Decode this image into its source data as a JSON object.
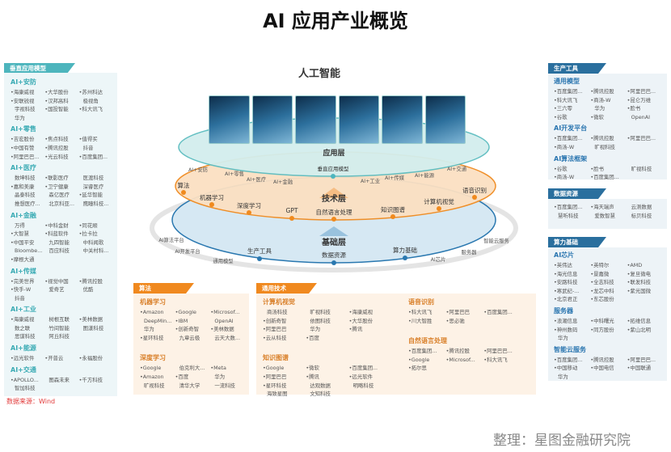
{
  "title": "AI 应用产业概览",
  "left_panel": {
    "title": "垂直应用模型",
    "sections": [
      {
        "title": "AI+安防",
        "items": [
          "•海康威视",
          "•大华股份",
          "•苏州科达",
          "•安联锐视",
          "•汉邦高科",
          "极视角",
          "宇视科技",
          "•国投智能",
          "•科大讯飞",
          "华为"
        ]
      },
      {
        "title": "AI+零售",
        "items": [
          "•吉宏股份",
          "•焦点科技",
          "•值得买",
          "•中国有赞",
          "•腾讯控股",
          "抖音",
          "•阿里巴巴...",
          "•光云科技",
          "•百度集团..."
        ]
      },
      {
        "title": "AI+医疗",
        "items": [
          "数坤科技",
          "•联影医疗",
          "医渡科技",
          "•嘉和美康",
          "•卫宁健康",
          "深睿医疗",
          "晶泰科技",
          "森亿医疗",
          "•延华智能",
          "推想医疗...",
          "北京科亚...",
          "鹰瞳科技..."
        ]
      },
      {
        "title": "AI+金融",
        "items": [
          "万得",
          "•中科金财",
          "•同花顺",
          "•大智慧",
          "•科蓝软件",
          "•拉卡拉",
          "•中国平安",
          "九四智能",
          "中科闻歌",
          "Bloombe...",
          "百应科技",
          "中关村科...",
          "•摩根大通"
        ]
      },
      {
        "title": "AI+传媒",
        "items": [
          "•完美世界",
          "•视觉中国",
          "•腾讯控股",
          "•快手-W",
          "爱奇艺",
          "优酷",
          "抖音"
        ]
      },
      {
        "title": "AI+工业",
        "items": [
          "•海康威视",
          "树根互联",
          "•美林数据",
          "数之联",
          "竹间智能",
          "图漾科技",
          "思谋科技",
          "阿丘科技"
        ]
      },
      {
        "title": "AI+能源",
        "items": [
          "•远光软件",
          "•开普云",
          "•永福股份"
        ]
      },
      {
        "title": "AI+交通",
        "items": [
          "•APOLLO...",
          "图森未来",
          "•千方科技",
          "智加科技"
        ]
      }
    ]
  },
  "right_top": {
    "title": "生产工具",
    "sections": [
      {
        "title": "通用模型",
        "items": [
          "•百度集团...",
          "•腾讯控股",
          "•阿里巴巴...",
          "•科大讯飞",
          "•商汤-W",
          "•昆仑万维",
          "•三六零",
          "华为",
          "•脸书",
          "•谷歌",
          "•微软",
          "OpenAI"
        ]
      },
      {
        "title": "AI开发平台",
        "items": [
          "•百度集团...",
          "•腾讯控股",
          "•阿里巴巴...",
          "•商汤-W",
          "旷视科技"
        ]
      },
      {
        "title": "AI算法框架",
        "items": [
          "•谷歌",
          "•脸书",
          "旷视科技",
          "•商汤-W",
          "•百度集团..."
        ]
      }
    ]
  },
  "right_mid": {
    "title": "数据资源",
    "sections": [
      {
        "title": "",
        "items": [
          "•百度集团...",
          "•海天瑞声",
          "云测数据",
          "慧听科技",
          "爱数智慧",
          "标贝科技"
        ]
      }
    ]
  },
  "right_bottom": {
    "title": "算力基础",
    "sections": [
      {
        "title": "AI芯片",
        "items": [
          "•英伟达",
          "•英特尔",
          "•AMD",
          "•海光信息",
          "•景嘉微",
          "•复旦微电",
          "•安路科技",
          "•全志科技",
          "•联发科技",
          "•寒武纪-...",
          "•龙芯中科",
          "•紫光国微",
          "•北京君正",
          "•东芯股份"
        ]
      },
      {
        "title": "服务器",
        "items": [
          "•浪潮信息",
          "•中科曙光",
          "•拓维信息",
          "•神州数码",
          "•同方股份",
          "•紫山北明",
          "华为"
        ]
      },
      {
        "title": "智能云服务",
        "items": [
          "•百度集团...",
          "•腾讯控股",
          "•阿里巴巴...",
          "•中国移动",
          "•中国电信",
          "•中国联通",
          "华为"
        ]
      }
    ]
  },
  "algo": {
    "title": "算法",
    "sections": [
      {
        "title": "机器学习",
        "items": [
          "•Amazon",
          "•Google",
          "•Microsof...",
          "DeepMin...",
          "•IBM",
          "OpenAI",
          "华为",
          "•创新奇智",
          "•美林数据",
          "•星环科技",
          "九章云极",
          "云天大数..."
        ]
      },
      {
        "title": "深度学习",
        "items": [
          "•Google",
          "伯克利大...",
          "•Meta",
          "•Amazon",
          "•百度",
          "华为",
          "旷视科技",
          "清华大学",
          "一流科技"
        ]
      }
    ]
  },
  "general_tech": {
    "title": "通用技术",
    "left_sections": [
      {
        "title": "计算机视觉",
        "items": [
          "商汤科技",
          "旷视科技",
          "•海康威视",
          "•创新奇智",
          "依图科技",
          "•大华股份",
          "•阿里巴巴",
          "华为",
          "•腾讯",
          "•云从科技",
          "•百度"
        ]
      },
      {
        "title": "知识图谱",
        "items": [
          "•Google",
          "•微软",
          "•百度集团...",
          "•阿里巴巴",
          "•腾讯",
          "•远光软件",
          "•星环科技",
          "达观数据",
          "明略科技",
          "海致星图",
          "文知科技"
        ]
      }
    ],
    "right_sections": [
      {
        "title": "语音识别",
        "items": [
          "•科大讯飞",
          "•阿里巴巴",
          "•百度集团...",
          "•川大智胜",
          "•思必驰"
        ]
      },
      {
        "title": "自然语言处理",
        "items": [
          "•百度集团...",
          "•腾讯控股",
          "•阿里巴巴...",
          "•Google",
          "•Microsof...",
          "•科大讯飞",
          "•拓尔思"
        ]
      }
    ]
  },
  "diagram": {
    "root": "人工智能",
    "app_layer": "应用层",
    "app_center": "垂直应用模型",
    "app_items": [
      "AI+安防",
      "AI+零售",
      "AI+医疗",
      "AI+金融",
      "AI+工业",
      "AI+传媒",
      "AI+能源",
      "AI+交通"
    ],
    "tech_layer": "技术层",
    "tech_items": [
      "算法",
      "机器学习",
      "深度学习",
      "GPT",
      "自然语言处理",
      "知识图谱",
      "计算机视觉",
      "语音识别"
    ],
    "base_layer": "基础层",
    "base_minor": [
      "AI算法平台",
      "AI开发平台",
      "通用模型",
      "AI芯片",
      "服务器",
      "智能云服务"
    ],
    "base_major": [
      "生产工具",
      "数据资源",
      "算力基础"
    ],
    "colors": {
      "app": "#5bbcbf",
      "tech": "#f08a1e",
      "base": "#2a78b0"
    }
  },
  "source": "数据来源：Wind",
  "credit": "整理：星图金融研究院"
}
